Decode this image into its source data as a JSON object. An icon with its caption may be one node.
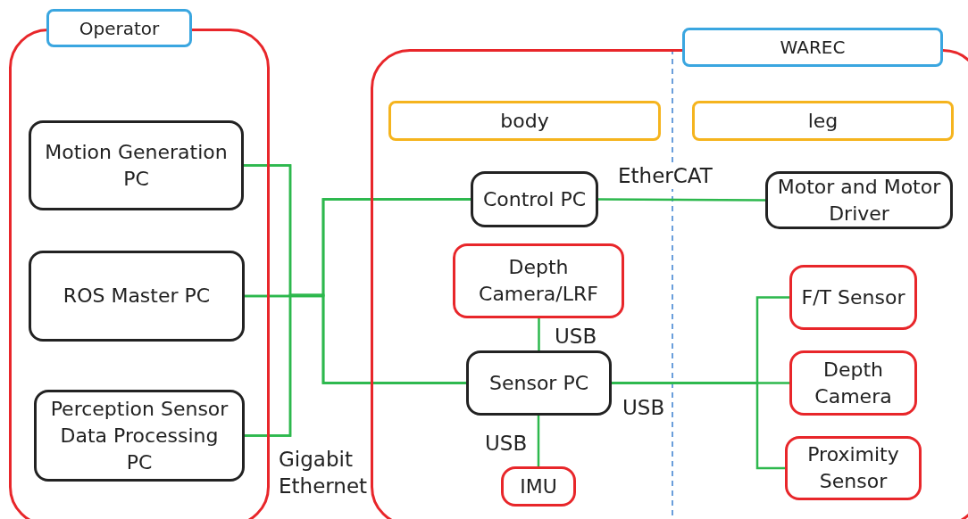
{
  "diagram": {
    "nodes": [
      {
        "text": [
          "Operator"
        ]
      },
      {
        "text": [
          "Motion Generation PC"
        ],
        "in": 0
      },
      {
        "text": [
          "ROS Master PC"
        ],
        "in": 0
      },
      {
        "text": [
          "Perception Sensor Data Processing PC"
        ],
        "in": 0
      },
      {
        "text": [
          "WAREC"
        ]
      },
      {
        "text": [
          "body"
        ],
        "in": 4
      },
      {
        "text": [
          "leg"
        ],
        "in": 4
      },
      {
        "text": [
          "Control PC"
        ],
        "in": 4
      },
      {
        "text": [
          "Motor and Motor Driver"
        ],
        "in": 4
      },
      {
        "text": [
          "Depth Camera/LRF"
        ],
        "in": 4
      },
      {
        "text": [
          "F/T Sensor"
        ],
        "in": 4
      },
      {
        "text": [
          "Sensor PC"
        ],
        "in": 4
      },
      {
        "text": [
          "Depth Camera"
        ],
        "in": 4
      },
      {
        "text": [
          "IMU"
        ],
        "in": 4
      },
      {
        "text": [
          "Proximity Sensor"
        ],
        "in": 4
      }
    ],
    "edges": [
      {
        "from": 1,
        "to": 7,
        "arrow": "none"
      },
      {
        "from": 1,
        "to": 11,
        "arrow": "none"
      },
      {
        "from": 2,
        "to": 7,
        "arrow": "none"
      },
      {
        "from": 2,
        "to": 11,
        "arrow": "none"
      },
      {
        "from": 3,
        "to": 7,
        "arrow": "none"
      },
      {
        "from": 3,
        "to": 11,
        "arrow": "none"
      },
      {
        "from": 7,
        "to": 8,
        "label": "EtherCAT",
        "arrow": "none"
      },
      {
        "from": 9,
        "to": 11,
        "label": "USB",
        "arrow": "none"
      },
      {
        "from": 11,
        "to": 13,
        "label": "USB",
        "arrow": "none"
      },
      {
        "from": 11,
        "to": 10,
        "arrow": "none"
      },
      {
        "from": 11,
        "to": 12,
        "label": "USB",
        "arrow": "none"
      },
      {
        "from": 11,
        "to": 14,
        "arrow": "none"
      }
    ],
    "labels": [
      "Gigabit Ethernet"
    ]
  }
}
